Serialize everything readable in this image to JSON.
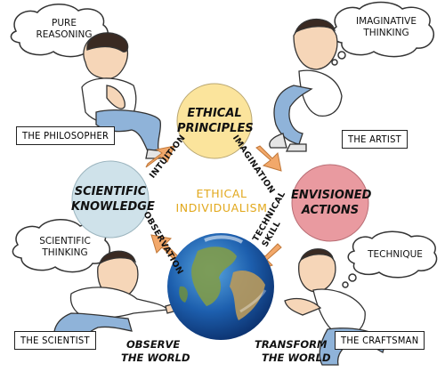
{
  "figures": {
    "philosopher": {
      "label": "THE PHILOSOPHER",
      "thought": [
        "PURE",
        "REASONING"
      ]
    },
    "artist": {
      "label": "THE ARTIST",
      "thought": [
        "IMAGINATIVE",
        "THINKING"
      ]
    },
    "scientist": {
      "label": "THE SCIENTIST",
      "thought": [
        "SCIENTIFIC",
        "THINKING"
      ]
    },
    "craftsman": {
      "label": "THE CRAFTSMAN",
      "thought": [
        "TECHNIQUE"
      ]
    }
  },
  "circles": {
    "top": {
      "lines": [
        "ETHICAL",
        "PRINCIPLES"
      ],
      "color": "#fbe49c"
    },
    "left": {
      "lines": [
        "SCIENTIFIC",
        "KNOWLEDGE"
      ],
      "color": "#cfe2ea"
    },
    "right": {
      "lines": [
        "ENVISIONED",
        "ACTIONS"
      ],
      "color": "#e99aa0"
    }
  },
  "center": {
    "lines": [
      "ETHICAL",
      "INDIVIDUALISM"
    ],
    "color": "#e2a81c"
  },
  "arrows": {
    "intuition": "INTUITION",
    "imagination": "IMAGINATION",
    "observation": "OBSERVATION",
    "technical": [
      "TECHNICAL",
      "SKILL"
    ],
    "color": "#f2a86a"
  },
  "captions": {
    "observe": [
      "OBSERVE",
      "THE WORLD"
    ],
    "transform": [
      "TRANSFORM",
      "THE WORLD"
    ]
  }
}
